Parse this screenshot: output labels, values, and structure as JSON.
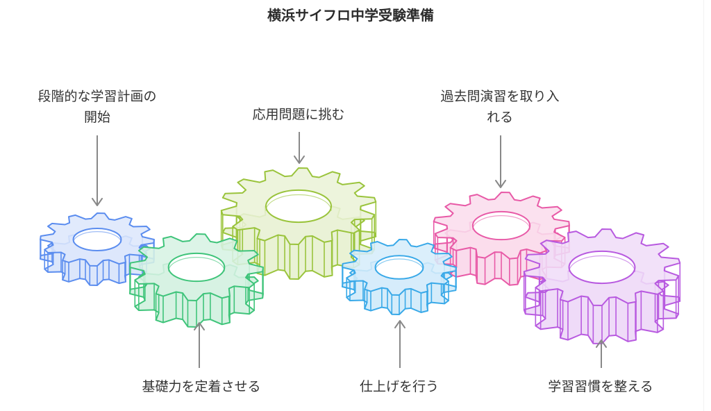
{
  "title": "横浜サイフロ中学受験準備",
  "labels": {
    "start": [
      "段階的な学習計画の",
      "開始"
    ],
    "basics": "基礎力を定着させる",
    "applied": "応用問題に挑む",
    "finish": "仕上げを行う",
    "past": [
      "過去問演習を取り入",
      "れる"
    ],
    "habit": "学習習慣を整える"
  },
  "colors": {
    "blue": "#5b8def",
    "green": "#3fc47a",
    "olive": "#9ac43c",
    "cyan": "#39a9e8",
    "pink": "#e85aa7",
    "purple": "#b85ae0",
    "arrow": "#888888"
  },
  "gears": [
    {
      "name": "gear-blue",
      "color": "blue"
    },
    {
      "name": "gear-green",
      "color": "green"
    },
    {
      "name": "gear-olive",
      "color": "olive"
    },
    {
      "name": "gear-cyan",
      "color": "cyan"
    },
    {
      "name": "gear-pink",
      "color": "pink"
    },
    {
      "name": "gear-purple",
      "color": "purple"
    }
  ]
}
